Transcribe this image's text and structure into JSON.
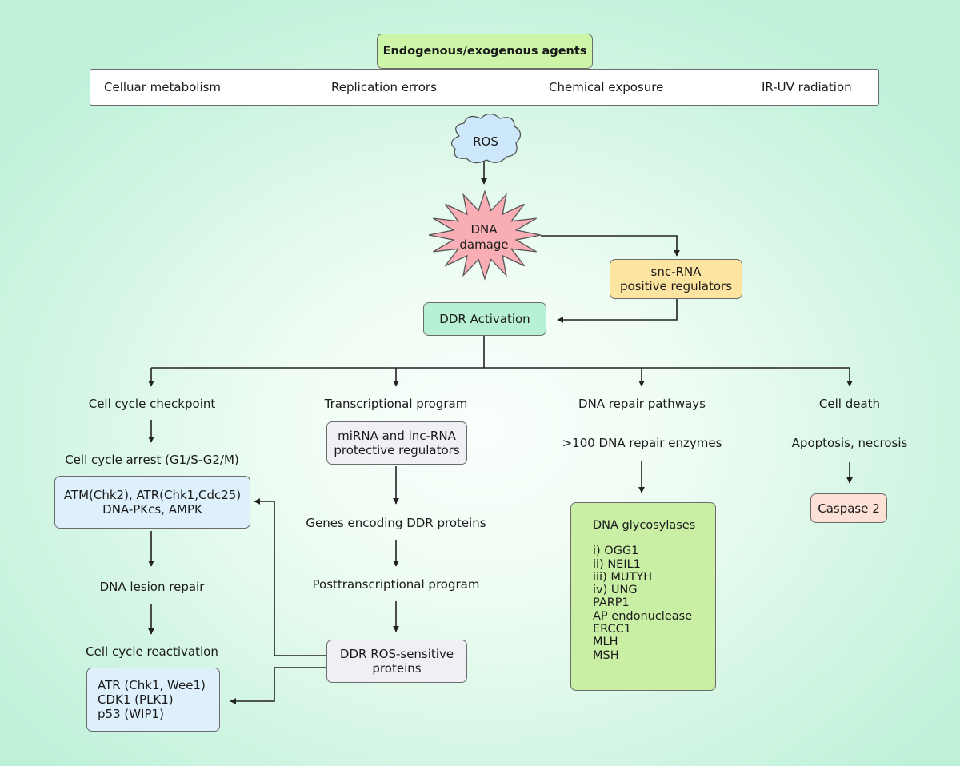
{
  "header": {
    "title": "Endogenous/exogenous agents",
    "sources": [
      "Celluar metabolism",
      "Replication errors",
      "Chemical exposure",
      "IR-UV radiation"
    ]
  },
  "ros": "ROS",
  "dna_damage": [
    "DNA",
    "damage"
  ],
  "snc_rna": [
    "snc-RNA",
    "positive regulators"
  ],
  "ddr_activation": "DDR Activation",
  "branches": {
    "cell_cycle": {
      "title": "Cell cycle checkpoint",
      "arrest": "Cell cycle arrest (G1/S-G2/M)",
      "kinases": [
        "ATM(Chk2), ATR(Chk1,Cdc25)",
        "DNA-PKcs, AMPK"
      ],
      "lesion_repair": "DNA lesion repair",
      "reactivation": "Cell cycle reactivation",
      "reactivation_factors": [
        "ATR (Chk1, Wee1)",
        "CDK1 (PLK1)",
        "p53 (WIP1)"
      ]
    },
    "transcriptional": {
      "title": "Transcriptional program",
      "regulators": [
        "miRNA and lnc-RNA",
        "protective regulators"
      ],
      "genes": "Genes encoding DDR proteins",
      "posttranscriptional": "Posttranscriptional program",
      "ros_proteins": [
        "DDR ROS-sensitive",
        "proteins"
      ]
    },
    "dna_repair": {
      "title": "DNA repair pathways",
      "enzymes": ">100 DNA repair enzymes",
      "glycosylases_title": "DNA glycosylases",
      "glycosylases": [
        "i) OGG1",
        "ii) NEIL1",
        "iii) MUTYH",
        "iv) UNG",
        "PARP1",
        "AP endonuclease",
        "ERCC1",
        "MLH",
        "MSH"
      ]
    },
    "cell_death": {
      "title": "Cell death",
      "types": "Apoptosis, necrosis",
      "caspase": "Caspase 2"
    }
  },
  "colors": {
    "title_fill": "#cdf5a8",
    "ros_fill": "#cde8fb",
    "dna_damage_fill": "#f9aeb6",
    "snc_rna_fill": "#fde4a0",
    "ddr_fill": "#b7f0d2",
    "kinase_fill": "#def0fb",
    "transcript_fill": "#eef0f6",
    "glycosylase_fill": "#c9efa5",
    "caspase_fill": "#fde0d6"
  }
}
